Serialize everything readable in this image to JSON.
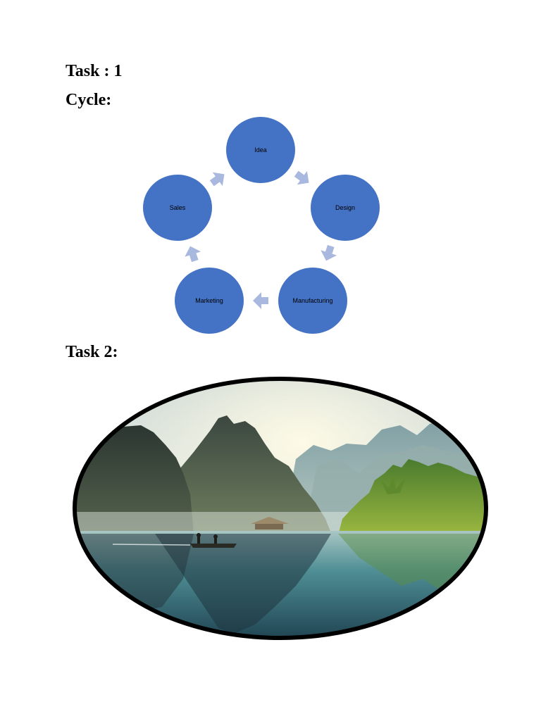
{
  "document": {
    "task1_heading": "Task : 1",
    "cycle_heading": "Cycle:",
    "task2_heading": "Task 2:"
  },
  "cycle": {
    "nodes": [
      "Idea",
      "Design",
      "Manufacturing",
      "Marketing",
      "Sales"
    ],
    "node_color": "#4472C4",
    "arrow_color": "#A9B8DE",
    "label_color": "#000000"
  },
  "landscape_image": {
    "frame": "oval",
    "frame_color": "#000000",
    "subject": "misty karst mountains reflected in a calm river with a small boat"
  }
}
